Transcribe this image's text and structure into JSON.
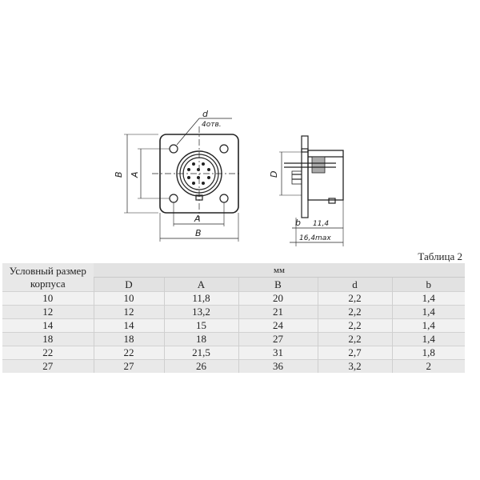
{
  "drawing": {
    "front_view": {
      "labels": {
        "hole_dia": "d",
        "hole_count": "4отв.",
        "outer_vertical": "B",
        "inner_vertical": "A",
        "inner_horizontal": "A",
        "outer_horizontal": "B"
      }
    },
    "side_view": {
      "labels": {
        "diameter": "D",
        "flange_thickness": "b",
        "body_length": "11,4",
        "overall_length": "16,4max"
      }
    }
  },
  "table": {
    "caption": "Таблица 2",
    "corner_header": "Условный размер корпуса",
    "unit_header": "мм",
    "columns": [
      "D",
      "A",
      "B",
      "d",
      "b"
    ],
    "rows": [
      {
        "size": "10",
        "D": "10",
        "A": "11,8",
        "B": "20",
        "d": "2,2",
        "b": "1,4"
      },
      {
        "size": "12",
        "D": "12",
        "A": "13,2",
        "B": "21",
        "d": "2,2",
        "b": "1,4"
      },
      {
        "size": "14",
        "D": "14",
        "A": "15",
        "B": "24",
        "d": "2,2",
        "b": "1,4"
      },
      {
        "size": "18",
        "D": "18",
        "A": "18",
        "B": "27",
        "d": "2,2",
        "b": "1,4"
      },
      {
        "size": "22",
        "D": "22",
        "A": "21,5",
        "B": "31",
        "d": "2,7",
        "b": "1,8"
      },
      {
        "size": "27",
        "D": "27",
        "A": "26",
        "B": "36",
        "d": "3,2",
        "b": "2"
      }
    ]
  }
}
